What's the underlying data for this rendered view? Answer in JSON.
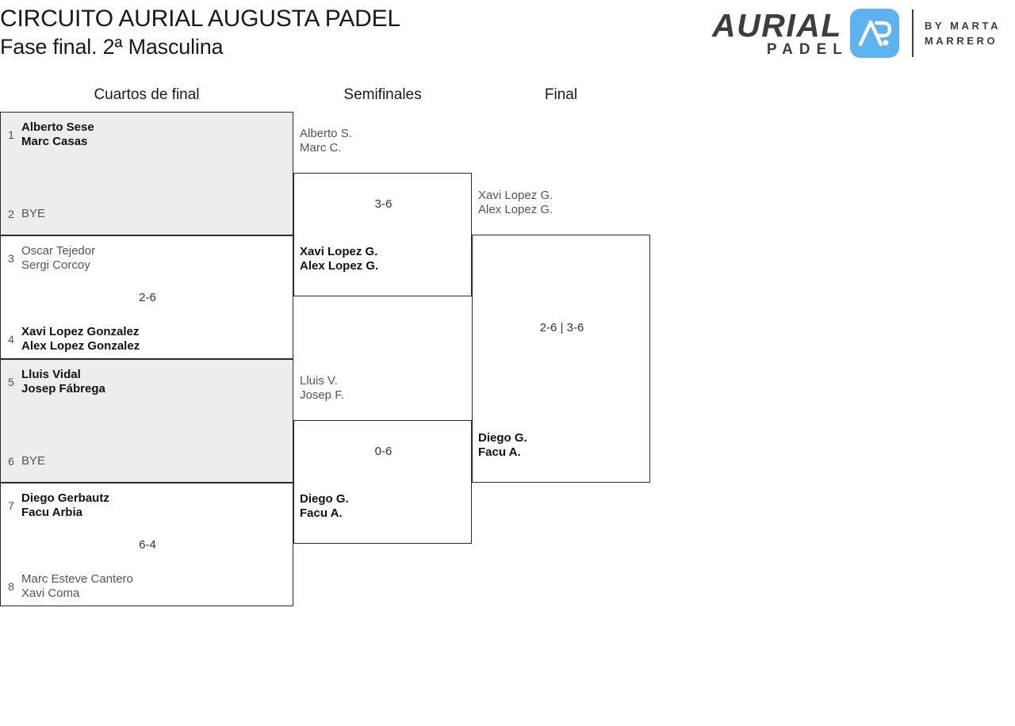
{
  "header": {
    "title_line1": "CIRCUITO AURIAL AUGUSTA PADEL",
    "title_line2": "Fase final. 2ª Masculina"
  },
  "logo": {
    "wordmark": "AURIAL",
    "subword": "PADEL",
    "mark_icon": "ap-monogram-icon",
    "mark_color": "#5cb3f0",
    "by_line1": "BY MARTA",
    "by_line2": "MARRERO"
  },
  "rounds": [
    {
      "id": "quarterfinals",
      "label": "Cuartos de final"
    },
    {
      "id": "semifinals",
      "label": "Semifinales"
    },
    {
      "id": "final",
      "label": "Final"
    }
  ],
  "bracket": {
    "quarterfinals": [
      {
        "score": "",
        "top": {
          "seed": "1",
          "p1": "Alberto Sese",
          "p2": "Marc Casas",
          "state": "winner"
        },
        "bottom": {
          "seed": "2",
          "p1": "BYE",
          "p2": "",
          "state": "bye"
        }
      },
      {
        "score": "2-6",
        "top": {
          "seed": "3",
          "p1": "Oscar Tejedor",
          "p2": "Sergi Corcoy",
          "state": "loser"
        },
        "bottom": {
          "seed": "4",
          "p1": "Xavi Lopez Gonzalez",
          "p2": "Alex Lopez Gonzalez",
          "state": "winner"
        }
      },
      {
        "score": "",
        "top": {
          "seed": "5",
          "p1": "Lluis Vidal",
          "p2": "Josep Fábrega",
          "state": "winner"
        },
        "bottom": {
          "seed": "6",
          "p1": "BYE",
          "p2": "",
          "state": "bye"
        }
      },
      {
        "score": "6-4",
        "top": {
          "seed": "7",
          "p1": "Diego Gerbautz",
          "p2": "Facu Arbia",
          "state": "winner"
        },
        "bottom": {
          "seed": "8",
          "p1": "Marc Esteve Cantero",
          "p2": "Xavi Coma",
          "state": "loser"
        }
      }
    ],
    "semifinals": [
      {
        "score": "3-6",
        "top": {
          "p1": "Alberto S.",
          "p2": "Marc C.",
          "state": "loser"
        },
        "bottom": {
          "p1": "Xavi Lopez G.",
          "p2": "Alex Lopez G.",
          "state": "winner"
        }
      },
      {
        "score": "0-6",
        "top": {
          "p1": "Lluis V.",
          "p2": "Josep F.",
          "state": "loser"
        },
        "bottom": {
          "p1": "Diego G.",
          "p2": "Facu A.",
          "state": "winner"
        }
      }
    ],
    "final": [
      {
        "score": "2-6 | 3-6",
        "top": {
          "p1": "Xavi Lopez G.",
          "p2": "Alex Lopez G.",
          "state": "loser"
        },
        "bottom": {
          "p1": "Diego G.",
          "p2": "Facu A.",
          "state": "winner"
        }
      }
    ]
  }
}
